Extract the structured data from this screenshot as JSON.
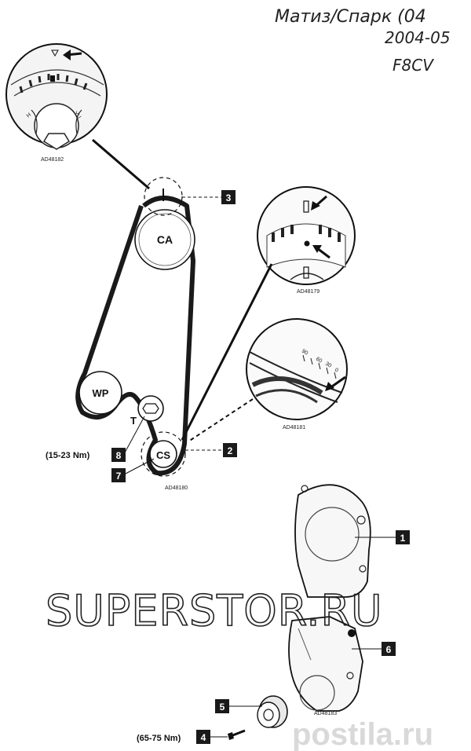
{
  "header": {
    "line1": "Матиз/Спарк (04",
    "line2": "2004-05",
    "line3": "F8CV"
  },
  "codes": {
    "top_left": "AD48182",
    "right_top": "AD48179",
    "right_mid": "AD48181",
    "belt": "AD48180",
    "cover": "AD48183"
  },
  "pulleys": {
    "camshaft": "CA",
    "water_pump": "WP",
    "tensioner": "T",
    "crankshaft": "CS"
  },
  "gear_marks": {
    "left": "H",
    "right": "YU"
  },
  "scale_marks": [
    "90",
    "60",
    "30",
    "0"
  ],
  "callouts": [
    "1",
    "2",
    "3",
    "4",
    "5",
    "6",
    "7",
    "8"
  ],
  "torques": {
    "tensioner": "(15-23 Nm)",
    "crank_bolt": "(65-75 Nm)"
  },
  "watermarks": {
    "main": "SUPERSTOR.RU",
    "corner": "postila.ru"
  }
}
